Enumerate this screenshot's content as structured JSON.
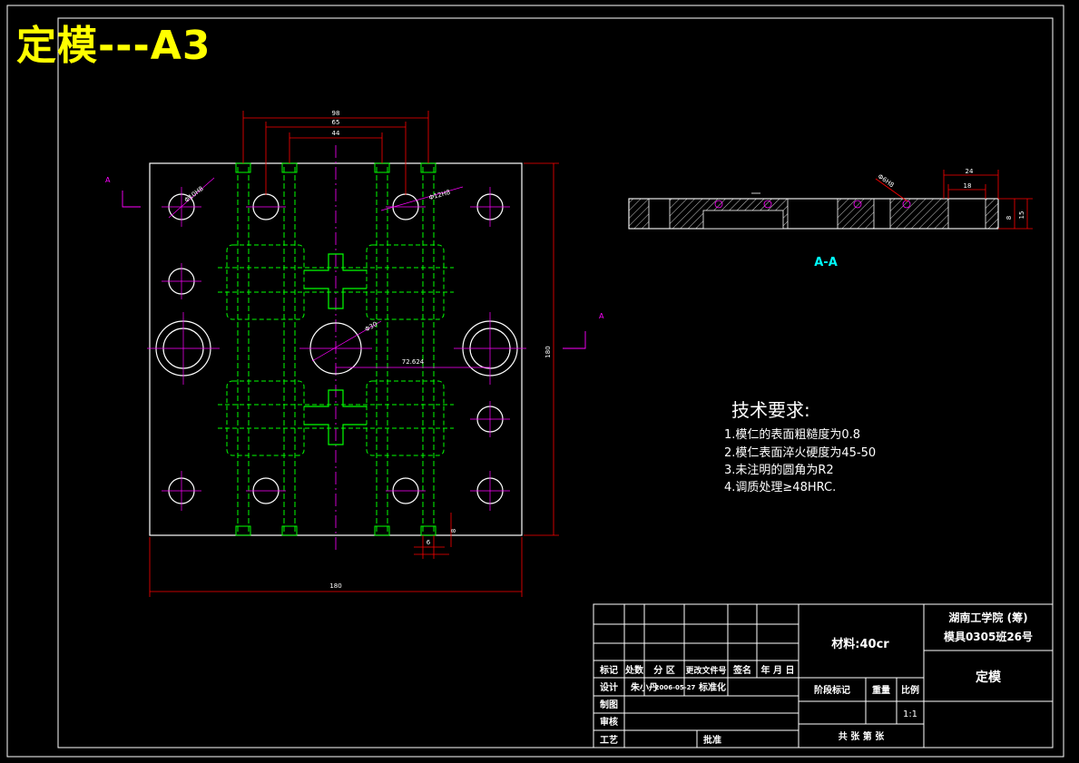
{
  "sheet_title": "定模---A3",
  "section_label": "A-A",
  "section_mark": "A",
  "dims": {
    "top_98": "98",
    "top_65": "65",
    "top_44": "44",
    "width_180": "180",
    "height_180": "180",
    "dim_72": "72.624",
    "dia_left": "Φ10H8",
    "dia_right": "Φ12H8",
    "dia_center": "Φ30",
    "small_6": "6",
    "small_8": "8",
    "sec_24": "24",
    "sec_18": "18",
    "sec_8": "8",
    "sec_15": "15",
    "sec_dia": "Φ6H8"
  },
  "tech": {
    "heading": "技术要求:",
    "items": [
      "1.模仁的表面粗糙度为0.8",
      "2.模仁表面淬火硬度为45-50",
      "3.未注明的圆角为R2",
      "4.调质处理≥48HRC."
    ]
  },
  "title_block": {
    "material": "材料:40cr",
    "school": "湖南工学院 (筹)",
    "class_name": "模具0305班26号",
    "part_name": "定模",
    "hdr_mark": "标记",
    "hdr_count": "处数",
    "hdr_zone": "分 区",
    "hdr_docno": "更改文件号",
    "hdr_sign": "签名",
    "hdr_date": "年 月 日",
    "design": "设计",
    "designer": "朱小丹",
    "design_date": "2006-05-27",
    "standard": "标准化",
    "drawing": "制图",
    "review": "审核",
    "process": "工艺",
    "approve": "批准",
    "stage": "阶段标记",
    "weight": "重量",
    "scale": "比例",
    "scale_val": "1:1",
    "sheets": "共 张 第 张"
  }
}
